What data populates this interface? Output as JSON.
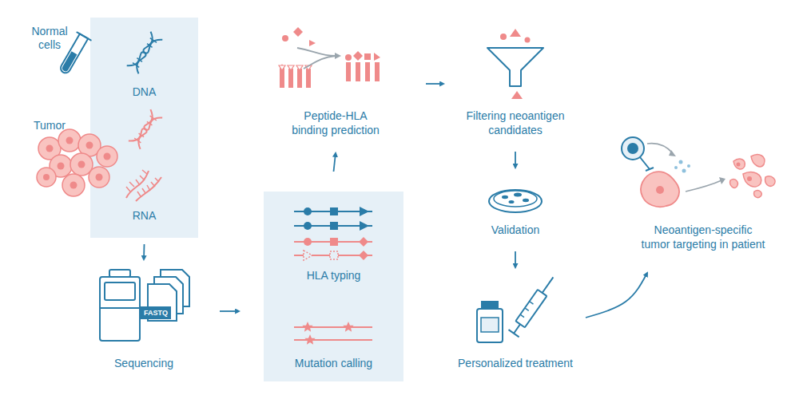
{
  "diagram": {
    "nodes": [
      {
        "text": [
          "DNA",
          "RNA"
        ]
      },
      {
        "text": [
          "Sequencing"
        ]
      },
      {
        "text": [
          "HLA typing",
          "Mutation calling"
        ]
      },
      {
        "text": [
          "Peptide-HLA binding prediction"
        ]
      },
      {
        "text": [
          "Filtering neoantigen candidates"
        ]
      },
      {
        "text": [
          "Validation"
        ]
      },
      {
        "text": [
          "Personalized treatment"
        ]
      },
      {
        "text": [
          "Neoantigen-specific tumor targeting in patient"
        ]
      }
    ],
    "edges": [
      {
        "from": 0,
        "to": 1,
        "arrow": "to"
      },
      {
        "from": 1,
        "to": 2,
        "arrow": "to"
      },
      {
        "from": 2,
        "to": 3,
        "arrow": "to"
      },
      {
        "from": 3,
        "to": 4,
        "arrow": "to"
      },
      {
        "from": 4,
        "to": 5,
        "arrow": "to"
      },
      {
        "from": 5,
        "to": 6,
        "arrow": "to"
      },
      {
        "from": 6,
        "to": 7,
        "arrow": "to"
      }
    ],
    "labels": [
      "Normal cells",
      "Tumor",
      "FASTQ"
    ]
  }
}
